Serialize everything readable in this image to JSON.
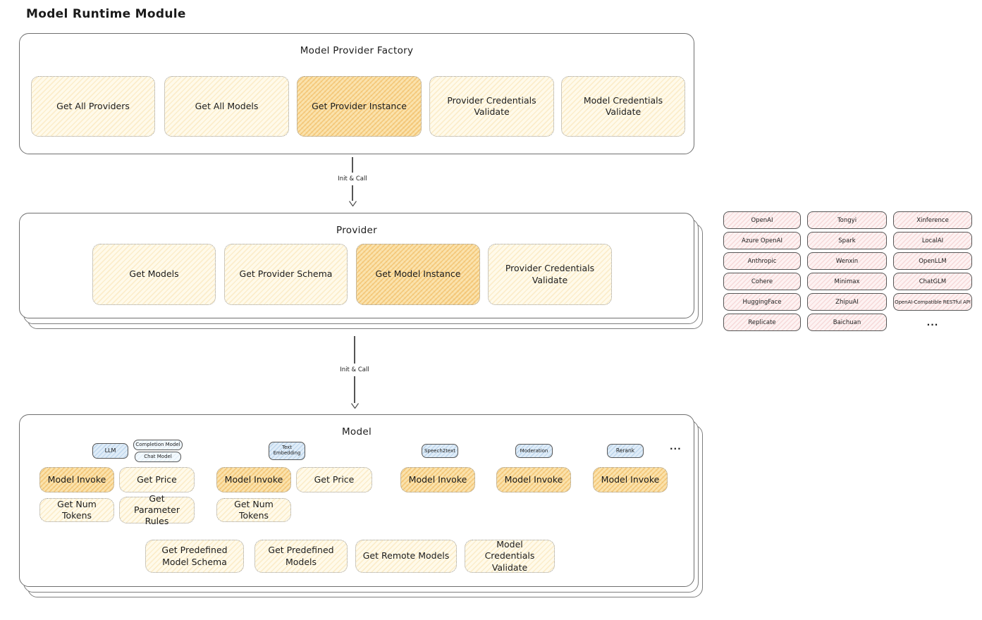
{
  "diagram_title": "Model Runtime Module",
  "arrow_label": "Init & Call",
  "factory": {
    "title": "Model Provider Factory",
    "items": [
      "Get All Providers",
      "Get All Models",
      "Get Provider Instance",
      "Provider Credentials Validate",
      "Model Credentials Validate"
    ]
  },
  "provider": {
    "title": "Provider",
    "items": [
      "Get Models",
      "Get Provider Schema",
      "Get Model Instance",
      "Provider Credentials Validate"
    ]
  },
  "providers_list": {
    "items": [
      "OpenAI",
      "Tongyi",
      "Xinference",
      "Azure OpenAI",
      "Spark",
      "LocalAI",
      "Anthropic",
      "Wenxin",
      "OpenLLM",
      "Cohere",
      "Minimax",
      "ChatGLM",
      "HuggingFace",
      "ZhipuAI",
      "OpenAI-Compatible RESTful API",
      "Replicate",
      "Baichuan",
      "..."
    ]
  },
  "model": {
    "title": "Model",
    "tags": {
      "llm": "LLM",
      "completion_model": "Completion Model",
      "chat_model": "Chat Model",
      "text_embedding": "Text Embedding",
      "speech2text": "Speech2text",
      "moderation": "Moderation",
      "rerank": "Rerank",
      "ellipsis": "..."
    },
    "functions": {
      "model_invoke": "Model Invoke",
      "get_price": "Get Price",
      "get_num_tokens": "Get Num Tokens",
      "get_parameter_rules": "Get Parameter Rules",
      "get_predefined_model_schema": "Get Predefined Model Schema",
      "get_predefined_models": "Get Predefined Models",
      "get_remote_models": "Get Remote Models",
      "model_credentials_validate": "Model Credentials Validate"
    }
  },
  "colors": {
    "highlight_fill": "#f9e0ab",
    "yellow_fill": "#fffaea",
    "pink_fill": "#fdf2f2",
    "blue_fill": "#dfecf8",
    "container_border": "#6f6f6f",
    "node_border": "#9a9a9a",
    "text": "#1b1b1b"
  }
}
